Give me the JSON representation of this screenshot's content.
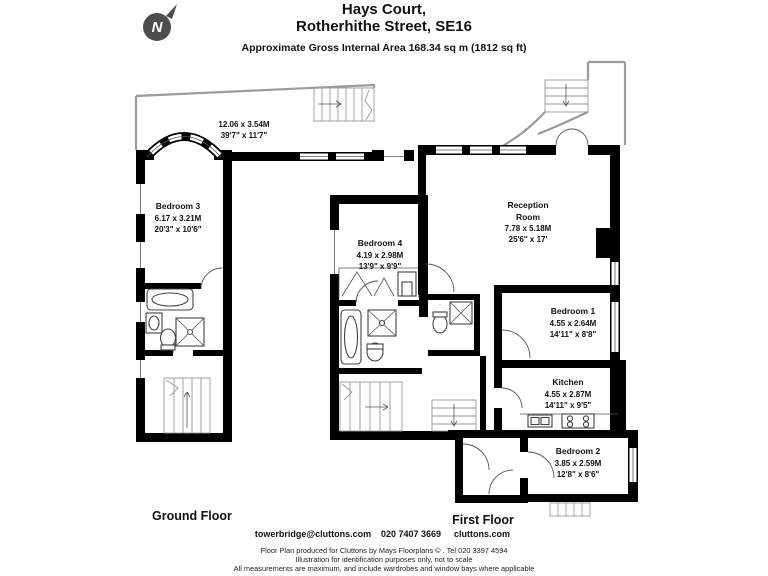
{
  "header": {
    "title_line1": "Hays Court,",
    "title_line2": "Rotherhithe Street, SE16",
    "area_text": "Approximate Gross Internal Area  168.34 sq m  (1812 sq ft)"
  },
  "compass": {
    "label": "N"
  },
  "rooms": {
    "terrace": {
      "dims_m": "12.06 x 3.54M",
      "dims_ft": "39'7\" x 11'7\""
    },
    "bedroom3": {
      "name": "Bedroom 3",
      "dims_m": "6.17 x 3.21M",
      "dims_ft": "20'3\" x 10'6\""
    },
    "bedroom4": {
      "name": "Bedroom 4",
      "dims_m": "4.19 x 2.98M",
      "dims_ft": "13'9\" x 9'9\""
    },
    "reception": {
      "name_line1": "Reception",
      "name_line2": "Room",
      "dims_m": "7.78 x 5.18M",
      "dims_ft": "25'6'' x 17'"
    },
    "bedroom1": {
      "name": "Bedroom 1",
      "dims_m": "4.55 x 2.64M",
      "dims_ft": "14'11\" x 8'8\""
    },
    "kitchen": {
      "name": "Kitchen",
      "dims_m": "4.55 x 2.87M",
      "dims_ft": "14'11\" x 9'5\""
    },
    "bedroom2": {
      "name": "Bedroom 2",
      "dims_m": "3.85 x 2.59M",
      "dims_ft": "12'8\" x 8'6\""
    }
  },
  "floors": {
    "ground": "Ground Floor",
    "first": "First Floor"
  },
  "footer": {
    "email": "towerbridge@cluttons.com",
    "phone": "020 7407 3669",
    "website": "cluttons.com",
    "disclaimer1": "Floor Plan produced for Cluttons by Mays Floorplans © . Tel 020 3397 4594",
    "disclaimer2": "Illustration for identification purposes only, not to scale",
    "disclaimer3": "All measurements are maximum, and include wardrobes and window bays where applicable"
  },
  "colors": {
    "wall": "#000000",
    "outline": "#9a9a9a",
    "compass": "#4d4d4d"
  }
}
